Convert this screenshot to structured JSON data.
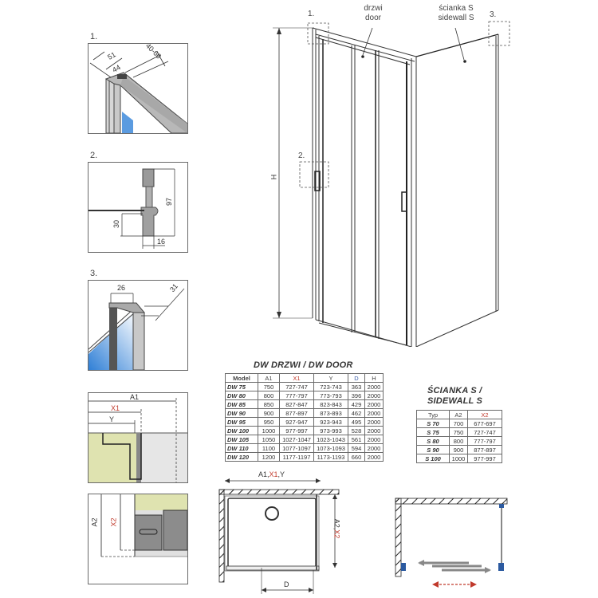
{
  "details": {
    "detail1": {
      "label": "1.",
      "dims": [
        "51",
        "44",
        "40-60"
      ]
    },
    "detail2": {
      "label": "2.",
      "dims": [
        "97",
        "30",
        "16"
      ]
    },
    "detail3": {
      "label": "3.",
      "dims": [
        "26",
        "31"
      ]
    },
    "detail4": {
      "dims": [
        "A1",
        "X1",
        "Y"
      ]
    },
    "detail5": {
      "dims": [
        "A2",
        "X2"
      ]
    }
  },
  "main_drawing": {
    "callout_1": "1.",
    "callout_2": "2.",
    "callout_3": "3.",
    "door_label_pl": "drzwi",
    "door_label_en": "door",
    "sidewall_label_pl": "ścianka S",
    "sidewall_label_en": "sidewall S",
    "height_label": "H"
  },
  "door_table": {
    "title": "DW DRZWI / DW DOOR",
    "headers": [
      "Model",
      "A1",
      "X1",
      "Y",
      "D",
      "H"
    ],
    "rows": [
      [
        "DW 75",
        "750",
        "727-747",
        "723-743",
        "363",
        "2000"
      ],
      [
        "DW 80",
        "800",
        "777-797",
        "773-793",
        "396",
        "2000"
      ],
      [
        "DW 85",
        "850",
        "827-847",
        "823-843",
        "429",
        "2000"
      ],
      [
        "DW 90",
        "900",
        "877-897",
        "873-893",
        "462",
        "2000"
      ],
      [
        "DW 95",
        "950",
        "927-947",
        "923-943",
        "495",
        "2000"
      ],
      [
        "DW 100",
        "1000",
        "977-997",
        "973-993",
        "528",
        "2000"
      ],
      [
        "DW 105",
        "1050",
        "1027-1047",
        "1023-1043",
        "561",
        "2000"
      ],
      [
        "DW 110",
        "1100",
        "1077-1097",
        "1073-1093",
        "594",
        "2000"
      ],
      [
        "DW 120",
        "1200",
        "1177-1197",
        "1173-1193",
        "660",
        "2000"
      ]
    ]
  },
  "sidewall_table": {
    "title_line1": "ŚCIANKA S /",
    "title_line2": "SIDEWALL S",
    "headers": [
      "Typ",
      "A2",
      "X2"
    ],
    "rows": [
      [
        "S 70",
        "700",
        "677-697"
      ],
      [
        "S 75",
        "750",
        "727-747"
      ],
      [
        "S 80",
        "800",
        "777-797"
      ],
      [
        "S 90",
        "900",
        "877-897"
      ],
      [
        "S 100",
        "1000",
        "977-997"
      ]
    ]
  },
  "plan_view": {
    "top_dim": {
      "a": "A1,",
      "x": "X1",
      "y": ",Y"
    },
    "side_dim": {
      "a": "A2,",
      "x": "X2"
    },
    "bottom_dim": "D"
  },
  "colors": {
    "accent_red": "#c0392b",
    "accent_blue": "#3b5ea8",
    "glass_blue": "#4a8fd8",
    "tray_green": "#dfe3b0",
    "profile_grey": "#8a8a8a"
  }
}
